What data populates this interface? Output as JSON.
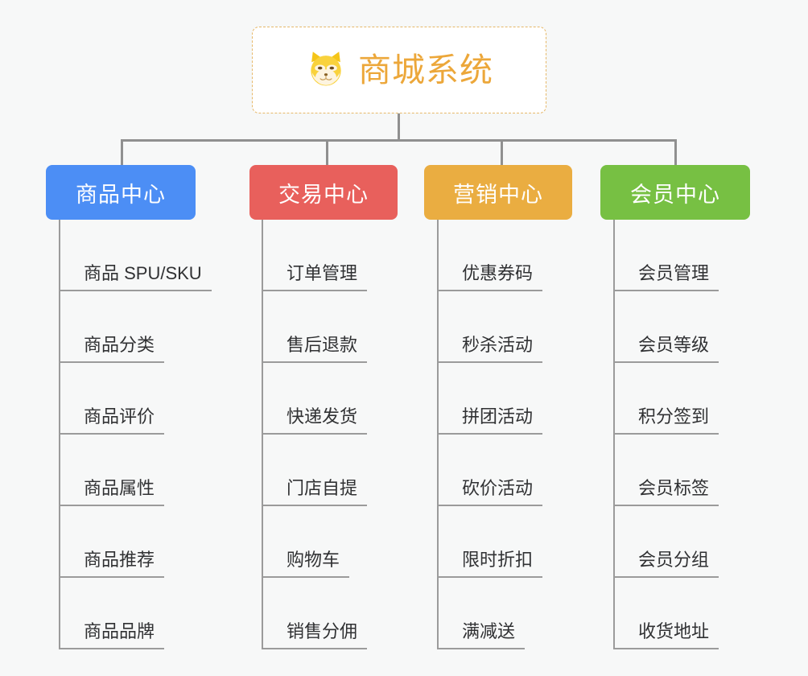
{
  "diagram": {
    "title": "商城系统",
    "root": {
      "label": "商城系统",
      "icon": "shiba-dog-face-icon",
      "text_color": "#eca73a",
      "border_color": "#e8b96a",
      "background": "#ffffff"
    },
    "connector_color": "#909090",
    "canvas_background": "#f7f8f8",
    "branches": [
      {
        "label": "商品中心",
        "color": "#4c8ef5",
        "items": [
          "商品 SPU/SKU",
          "商品分类",
          "商品评价",
          "商品属性",
          "商品推荐",
          "商品品牌"
        ]
      },
      {
        "label": "交易中心",
        "color": "#e8605c",
        "items": [
          "订单管理",
          "售后退款",
          "快递发货",
          "门店自提",
          "购物车",
          "销售分佣"
        ]
      },
      {
        "label": "营销中心",
        "color": "#eaad41",
        "items": [
          "优惠券码",
          "秒杀活动",
          "拼团活动",
          "砍价活动",
          "限时折扣",
          "满减送"
        ]
      },
      {
        "label": "会员中心",
        "color": "#77c043",
        "items": [
          "会员管理",
          "会员等级",
          "积分签到",
          "会员标签",
          "会员分组",
          "收货地址"
        ]
      }
    ]
  }
}
